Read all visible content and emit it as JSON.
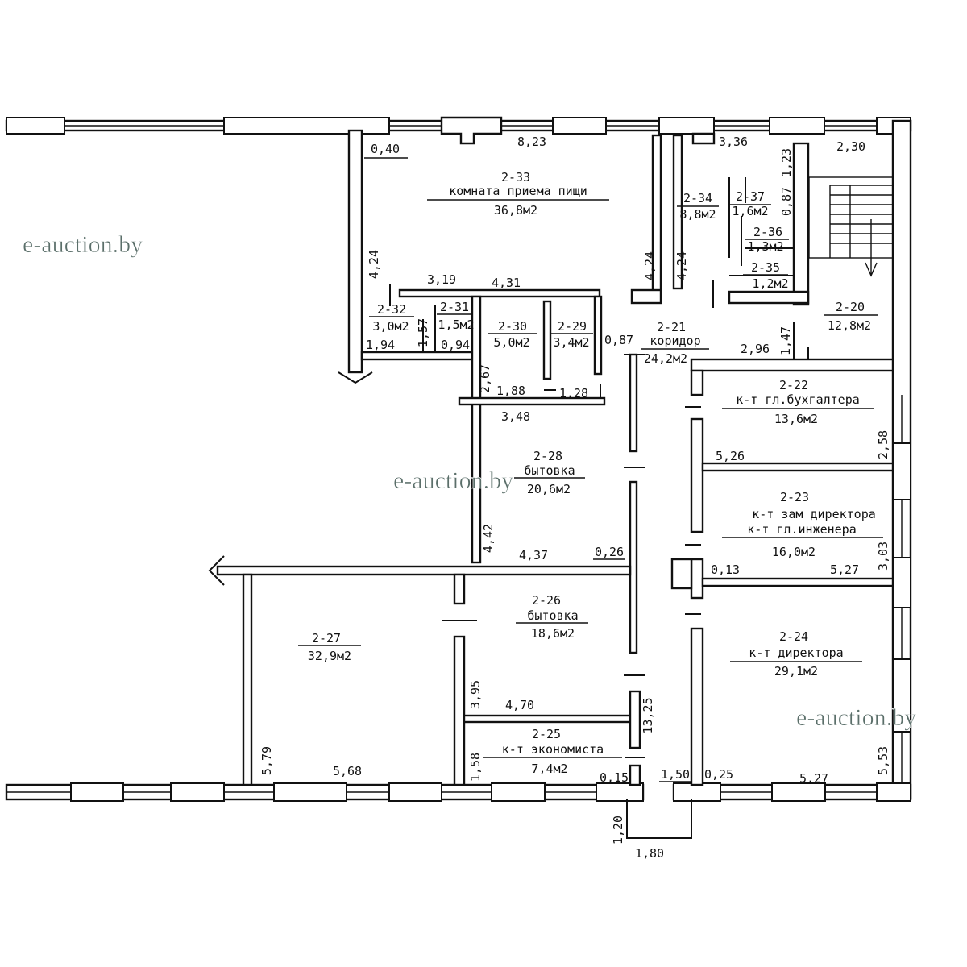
{
  "watermark": "e-auction.by",
  "rooms": [
    {
      "id": "2-33",
      "name": "комната приема пищи",
      "area": "36,8м2"
    },
    {
      "id": "2-34",
      "area": "8,8м2"
    },
    {
      "id": "2-37",
      "area": "1,6м2"
    },
    {
      "id": "2-36",
      "area": "1,3м2"
    },
    {
      "id": "2-35",
      "area": "1,2м2"
    },
    {
      "id": "2-20",
      "area": "12,8м2"
    },
    {
      "id": "2-32",
      "area": "3,0м2"
    },
    {
      "id": "2-31",
      "area": "1,5м2"
    },
    {
      "id": "2-30",
      "area": "5,0м2"
    },
    {
      "id": "2-29",
      "area": "3,4м2"
    },
    {
      "id": "2-21",
      "name": "коридор",
      "area": "24,2м2"
    },
    {
      "id": "2-22",
      "name": "к-т гл.бухгалтера",
      "area": "13,6м2"
    },
    {
      "id": "2-28",
      "name": "бытовка",
      "area": "20,6м2"
    },
    {
      "id": "2-23",
      "name": "к-т зам директора",
      "name2": "к-т гл.инженера",
      "area": "16,0м2"
    },
    {
      "id": "2-26",
      "name": "бытовка",
      "area": "18,6м2"
    },
    {
      "id": "2-27",
      "area": "32,9м2"
    },
    {
      "id": "2-24",
      "name": "к-т директора",
      "area": "29,1м2"
    },
    {
      "id": "2-25",
      "name": "к-т экономиста",
      "area": "7,4м2"
    }
  ],
  "dimensions": {
    "d0_40": "0,40",
    "d8_23": "8,23",
    "d3_36": "3,36",
    "d2_30": "2,30",
    "d1_23": "1,23",
    "d0_87v": "0,87",
    "d4_24a": "4,24",
    "d4_24b": "4,24",
    "d4_24c": "4,24",
    "d3_19": "3,19",
    "d4_31": "4,31",
    "d1_57": "1,57",
    "d1_94": "1,94",
    "d0_94": "0,94",
    "d0_87": "0,87",
    "d2_96": "2,96",
    "d1_47": "1,47",
    "d2_67": "2,67",
    "d1_88": "1,88",
    "d1_28": "1,28",
    "d3_48": "3,48",
    "d5_26": "5,26",
    "d2_58": "2,58",
    "d4_42": "4,42",
    "d4_37": "4,37",
    "d0_26": "0,26",
    "d0_13": "0,13",
    "d5_27a": "5,27",
    "d3_03": "3,03",
    "d3_95": "3,95",
    "d4_70": "4,70",
    "d13_25": "13,25",
    "d5_79": "5,79",
    "d5_68": "5,68",
    "d1_58": "1,58",
    "d0_15": "0,15",
    "d1_50": "1,50",
    "d0_25": "0,25",
    "d5_27b": "5,27",
    "d5_53": "5,53",
    "d1_20": "1,20",
    "d1_80": "1,80"
  }
}
